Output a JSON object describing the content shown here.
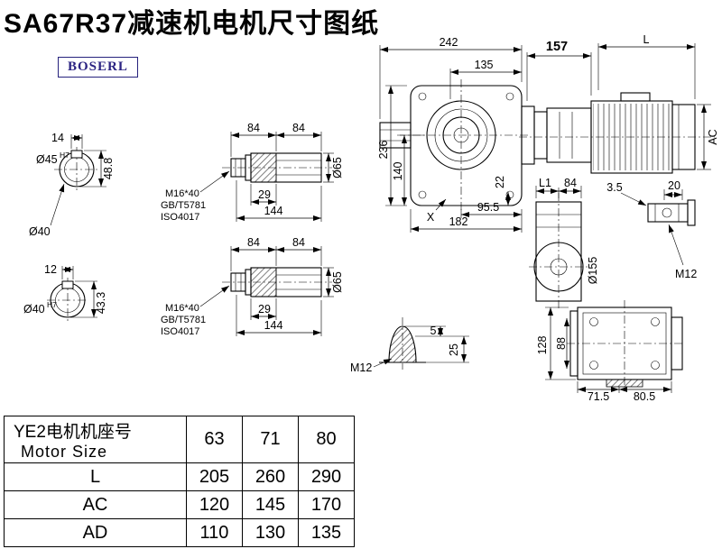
{
  "title": "SA67R37减速机电机尺寸图纸",
  "logo": {
    "text": "BOSERL",
    "color": "#2b2382"
  },
  "views": {
    "shaft_top": {
      "key_width": "14",
      "bore": "Ø45",
      "bore_tol": "H7",
      "depth": "48.8",
      "outer_dia": "Ø40"
    },
    "shaft_bottom": {
      "key_width": "12",
      "bore": "Ø40",
      "bore_tol": "H7",
      "depth": "43.3"
    },
    "bushing_top": {
      "len1": "84",
      "len2": "84",
      "thread": "M16*40",
      "std1": "GB/T5781",
      "std2": "ISO4017",
      "engage": "29",
      "total_len": "144",
      "dia": "Ø65"
    },
    "bushing_bottom": {
      "len1": "84",
      "len2": "84",
      "thread": "M16*40",
      "std1": "GB/T5781",
      "std2": "ISO4017",
      "engage": "29",
      "total_len": "144",
      "dia": "Ø65"
    },
    "front_view": {
      "overall_width": "242",
      "inner_width": "135",
      "adapter_len": "157",
      "motor_len": "L",
      "overall_height": "236",
      "shaft_height": "140",
      "foot_dim": "22",
      "base_half": "95.5",
      "base_width": "182",
      "mark": "X",
      "motor_dia": "AC"
    },
    "side_view": {
      "l1": "L1",
      "d84": "84",
      "d35": "3.5",
      "d20": "20",
      "flange_dia": "Ø155",
      "thread": "M12"
    },
    "plug_view": {
      "d5": "5",
      "d25": "25",
      "thread": "M12"
    },
    "bottom_view": {
      "d128": "128",
      "d88": "88",
      "d715": "71.5",
      "d805": "80.5"
    }
  },
  "table": {
    "header": {
      "line1": "YE2电机机座号",
      "line2": "Motor Size"
    },
    "sizes": [
      "63",
      "71",
      "80"
    ],
    "rows": [
      {
        "label": "L",
        "values": [
          "205",
          "260",
          "290"
        ]
      },
      {
        "label": "AC",
        "values": [
          "120",
          "145",
          "170"
        ]
      },
      {
        "label": "AD",
        "values": [
          "110",
          "130",
          "135"
        ]
      }
    ]
  }
}
